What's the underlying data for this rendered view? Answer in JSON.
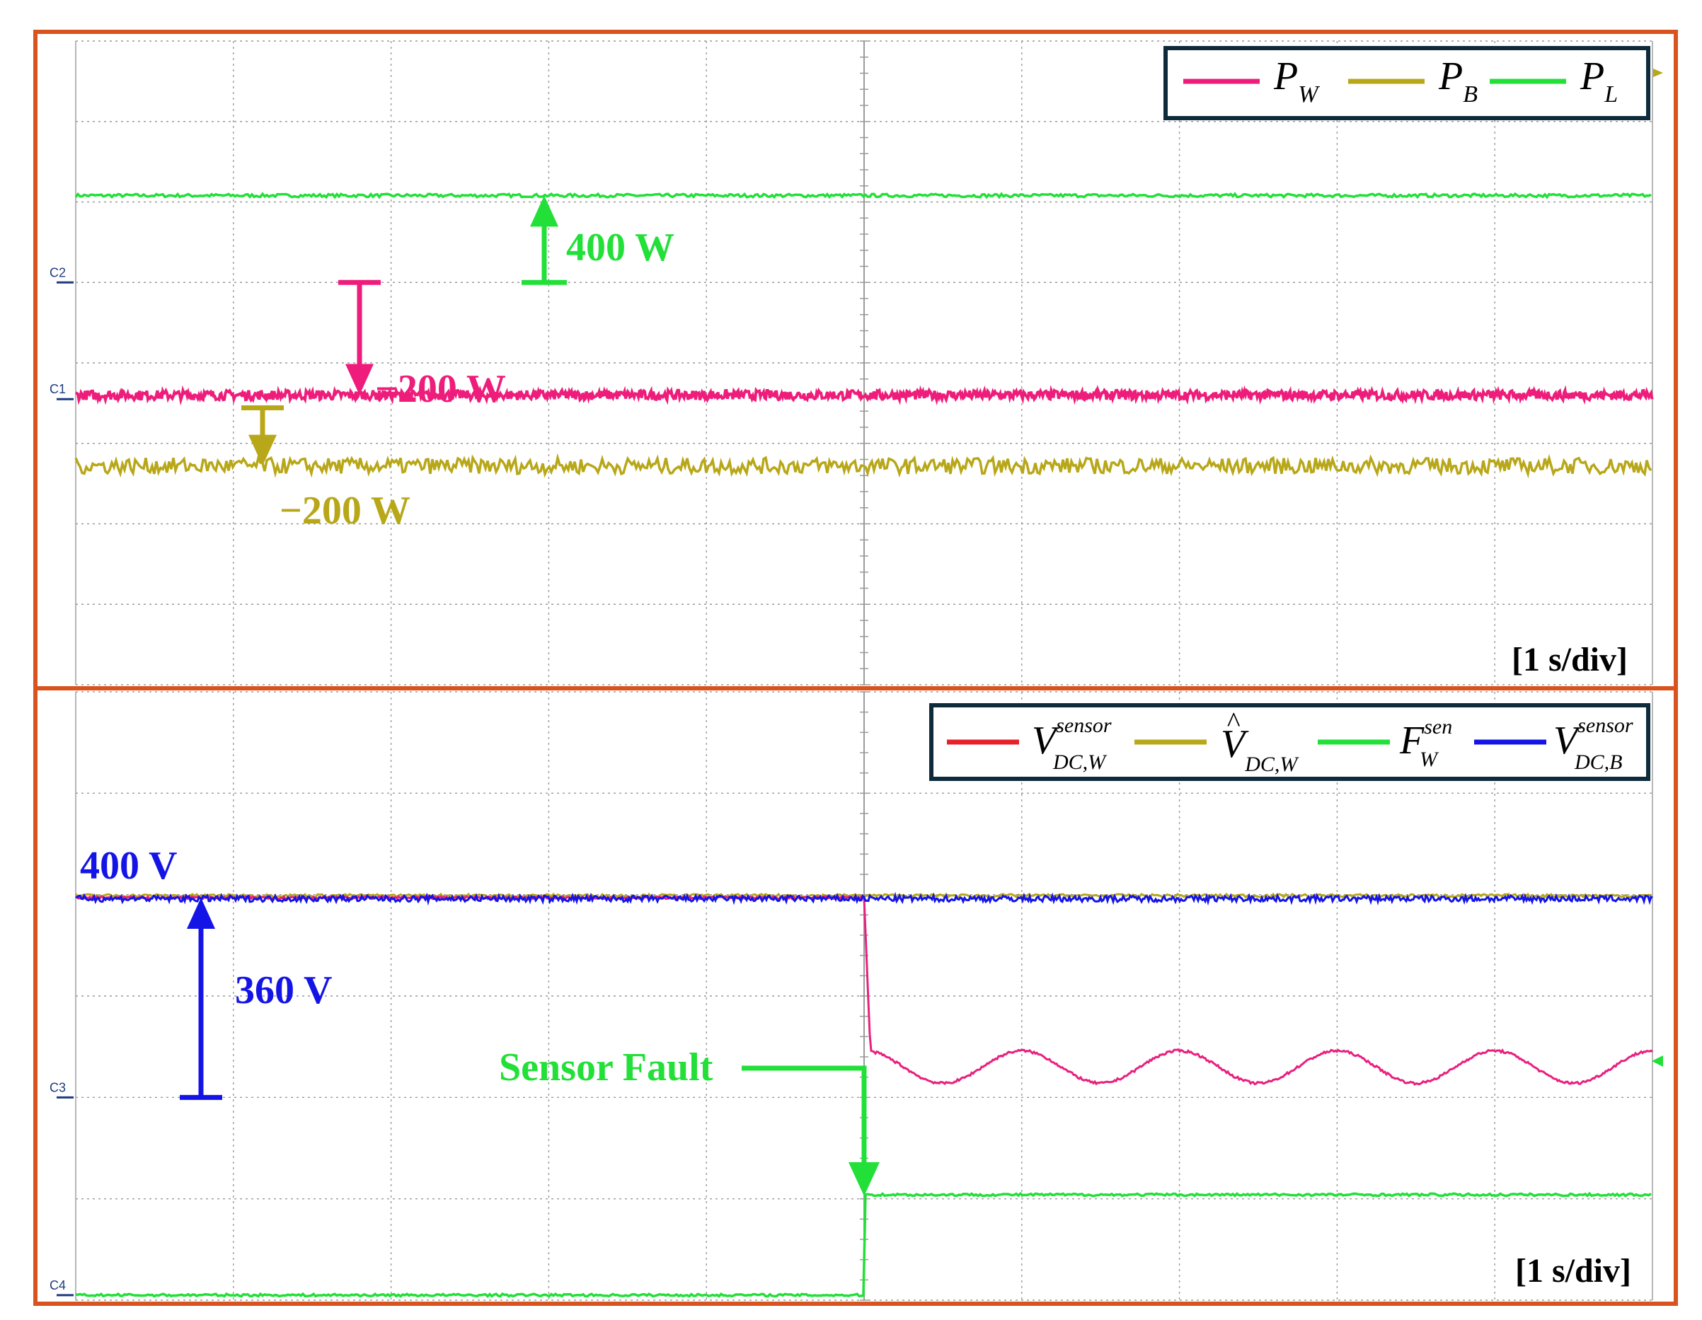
{
  "colors": {
    "frame": "#D9531E",
    "grid": "#9a9a9a",
    "P_W": "#EE1C7A",
    "P_B": "#B8A718",
    "P_L": "#22E038",
    "V_sensor_W": "#E8202A",
    "V_hat_W": "#B8A718",
    "F_W": "#22E038",
    "V_sensor_B": "#1414E6"
  },
  "chart_data": [
    {
      "type": "line",
      "panel": "top",
      "time_scale_label": "[1 s/div]",
      "x_unit": "s",
      "x_divisions": 10,
      "y_divisions": 8,
      "legend": [
        {
          "key": "P_W",
          "base": "P",
          "sub": "W"
        },
        {
          "key": "P_B",
          "base": "P",
          "sub": "B"
        },
        {
          "key": "P_L",
          "base": "P",
          "sub": "L"
        }
      ],
      "channel_markers": [
        {
          "label": "C2",
          "div": 5
        },
        {
          "label": "C1",
          "div": 3.55
        }
      ],
      "series": [
        {
          "key": "P_L",
          "level_div": 6.08,
          "noise_div": 0.02
        },
        {
          "key": "P_W",
          "level_div": 3.6,
          "noise_div": 0.06
        },
        {
          "key": "P_B",
          "level_div": 2.72,
          "noise_div": 0.1
        }
      ],
      "annotations": [
        {
          "text": "400 W",
          "color_key": "P_L"
        },
        {
          "text": "−200 W",
          "color_key": "P_W"
        },
        {
          "text": "−200 W",
          "color_key": "P_B"
        }
      ]
    },
    {
      "type": "line",
      "panel": "bottom",
      "time_scale_label": "[1 s/div]",
      "x_unit": "s",
      "x_divisions": 10,
      "y_divisions": 6,
      "fault_time_s": 5.0,
      "legend": [
        {
          "key": "V_sensor_W",
          "base": "V",
          "sub": "DC,W",
          "sup": "sensor",
          "hat": false
        },
        {
          "key": "V_hat_W",
          "base": "V",
          "sub": "DC,W",
          "sup": "",
          "hat": true
        },
        {
          "key": "F_W",
          "base": "F",
          "sub": "W",
          "sup": "sen",
          "hat": false
        },
        {
          "key": "V_sensor_B",
          "base": "V",
          "sub": "DC,B",
          "sup": "sensor",
          "hat": false
        }
      ],
      "channel_markers": [
        {
          "label": "C3",
          "div": 2
        },
        {
          "label": "C4",
          "div": 0.05
        }
      ],
      "series": [
        {
          "key": "V_sensor_W",
          "before_fault_div": 3.97,
          "after_fault_mean_div": 2.3,
          "after_fault_amp_div": 0.16,
          "after_fault_period_s": 1.0
        },
        {
          "key": "V_hat_W",
          "level_div": 3.99
        },
        {
          "key": "V_sensor_B",
          "level_div": 3.96
        },
        {
          "key": "F_W",
          "before_fault_div": 0.05,
          "after_fault_div": 1.04
        }
      ],
      "annotations": [
        {
          "text": "400 V",
          "color_key": "V_sensor_B"
        },
        {
          "text": "360 V",
          "color_key": "V_sensor_B"
        },
        {
          "text": "Sensor Fault",
          "color_key": "F_W"
        }
      ]
    }
  ]
}
